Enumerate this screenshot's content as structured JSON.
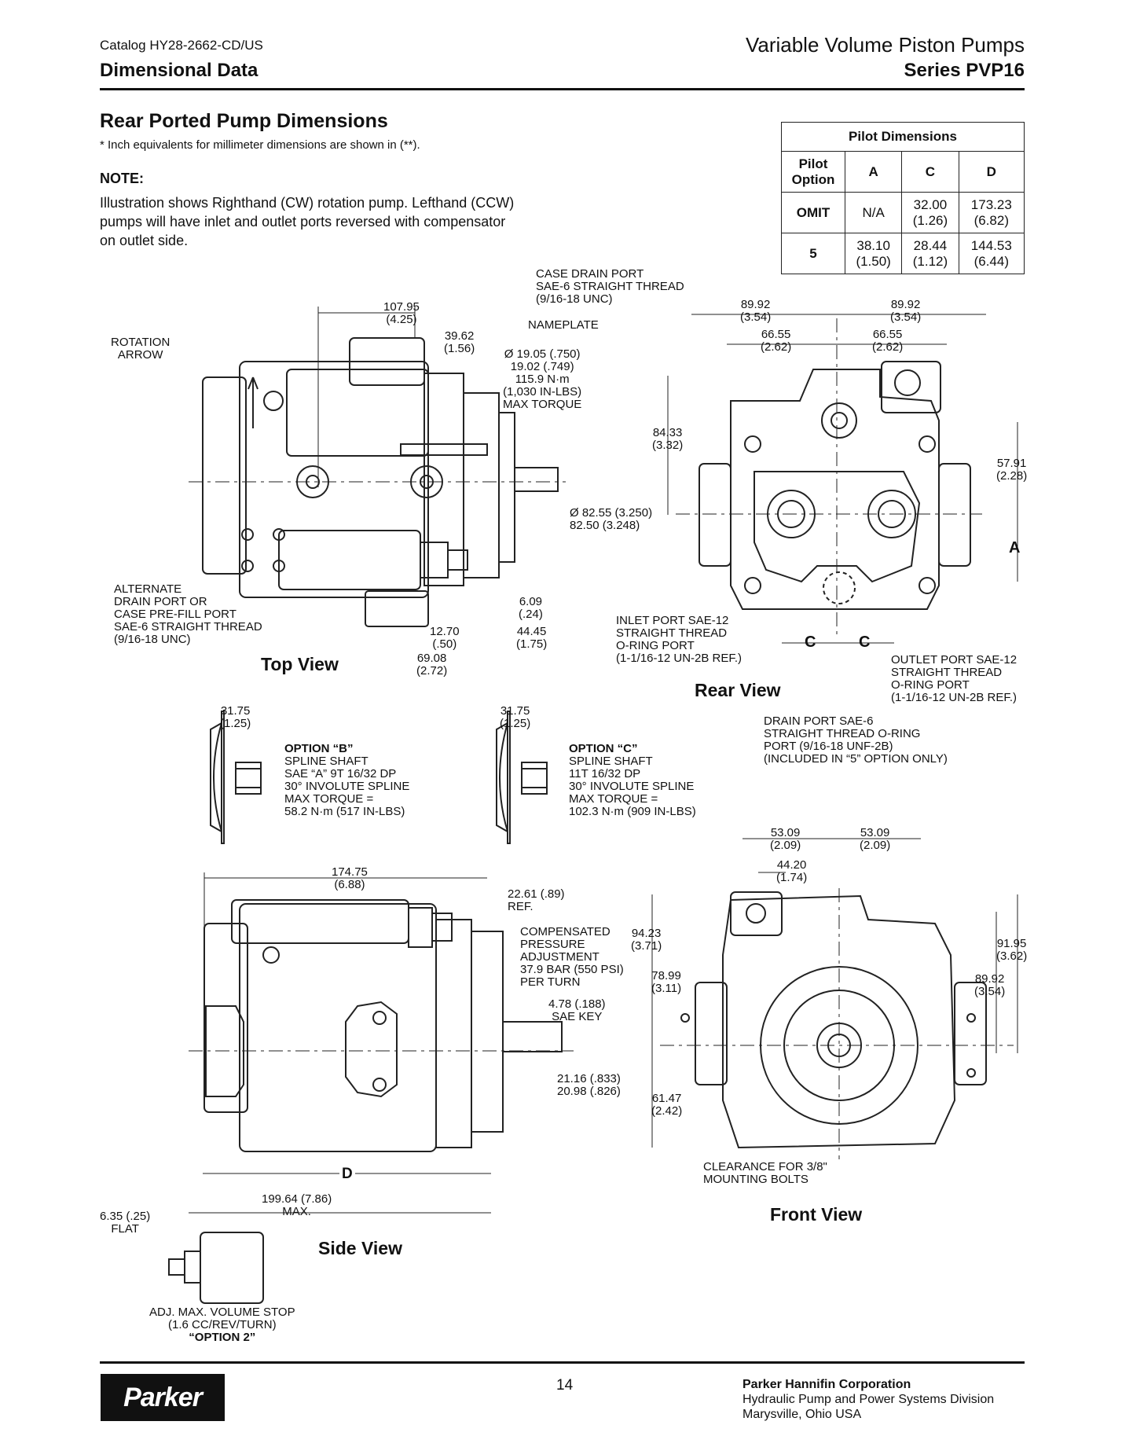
{
  "header": {
    "catalog": "Catalog HY28-2662-CD/US",
    "section": "Dimensional Data",
    "product": "Variable Volume Piston Pumps",
    "series": "Series PVP16"
  },
  "intro": {
    "title": "Rear Ported Pump Dimensions",
    "footnote": "* Inch equivalents for millimeter dimensions are shown in (**).",
    "note_heading": "NOTE:",
    "note_lines": [
      "Illustration shows Righthand (CW) rotation pump. Lefthand (CCW)",
      "pumps will have inlet and outlet ports reversed with compensator",
      "on outlet side."
    ]
  },
  "pilot_table": {
    "title": "Pilot Dimensions",
    "col_option": "Pilot Option",
    "col_a": "A",
    "col_c": "C",
    "col_d": "D",
    "rows": [
      {
        "option": "OMIT",
        "a": "N/A",
        "c1": "32.00",
        "c2": "(1.26)",
        "d1": "173.23",
        "d2": "(6.82)"
      },
      {
        "option": "5",
        "a1": "38.10",
        "a2": "(1.50)",
        "c1": "28.44",
        "c2": "(1.12)",
        "d1": "144.53",
        "d2": "(6.44)"
      }
    ]
  },
  "views": {
    "top": "Top View",
    "rear": "Rear View",
    "side": "Side View",
    "front": "Front View"
  },
  "top_labels": {
    "case_drain": [
      "CASE DRAIN PORT",
      "SAE-6 STRAIGHT THREAD",
      "(9/16-18 UNC)"
    ],
    "d107": [
      "107.95",
      "(4.25)"
    ],
    "d39": [
      "39.62",
      "(1.56)"
    ],
    "nameplate": "NAMEPLATE",
    "rotation": [
      "ROTATION",
      "ARROW"
    ],
    "shaft": [
      "Ø 19.05 (.750)",
      "19.02 (.749)",
      "115.9 N·m",
      "(1,030 IN-LBS)",
      "MAX TORQUE"
    ],
    "pilot": [
      "Ø 82.55 (3.250)",
      "82.50 (3.248)"
    ],
    "alternate": [
      "ALTERNATE",
      "DRAIN PORT OR",
      "CASE PRE-FILL PORT",
      "SAE-6 STRAIGHT THREAD",
      "(9/16-18 UNC)"
    ],
    "d6": [
      "6.09",
      "(.24)"
    ],
    "d12": [
      "12.70",
      "(.50)"
    ],
    "d44": [
      "44.45",
      "(1.75)"
    ],
    "d69": [
      "69.08",
      "(2.72)"
    ]
  },
  "rear_labels": {
    "d89a": [
      "89.92",
      "(3.54)"
    ],
    "d89b": [
      "89.92",
      "(3.54)"
    ],
    "d66a": [
      "66.55",
      "(2.62)"
    ],
    "d66b": [
      "66.55",
      "(2.62)"
    ],
    "d84": [
      "84.33",
      "(3.32)"
    ],
    "d57": [
      "57.91",
      "(2.28)"
    ],
    "a": "A",
    "c": "C",
    "inlet": [
      "INLET PORT SAE-12",
      "STRAIGHT THREAD",
      "O-RING PORT",
      "(1-1/16-12 UN-2B REF.)"
    ],
    "outlet": [
      "OUTLET PORT SAE-12",
      "STRAIGHT THREAD",
      "O-RING PORT",
      "(1-1/16-12 UN-2B REF.)"
    ],
    "drain": [
      "DRAIN PORT SAE-6",
      "STRAIGHT THREAD O-RING",
      "PORT (9/16-18 UNF-2B)",
      "(INCLUDED IN “5” OPTION ONLY)"
    ]
  },
  "options": {
    "b": {
      "dim": [
        "31.75",
        "(1.25)"
      ],
      "title": "OPTION “B”",
      "lines": [
        "SPLINE SHAFT",
        "SAE “A” 9T 16/32 DP",
        "30° INVOLUTE SPLINE",
        "MAX TORQUE =",
        "58.2 N·m (517 IN-LBS)"
      ]
    },
    "c": {
      "dim": [
        "31.75",
        "(1.25)"
      ],
      "title": "OPTION “C”",
      "lines": [
        "SPLINE SHAFT",
        "11T 16/32 DP",
        "30° INVOLUTE SPLINE",
        "MAX TORQUE =",
        "102.3 N·m (909 IN-LBS)"
      ]
    }
  },
  "side_labels": {
    "d174": [
      "174.75",
      "(6.88)"
    ],
    "d22": [
      "22.61 (.89)",
      "REF."
    ],
    "comp": [
      "COMPENSATED",
      "PRESSURE",
      "ADJUSTMENT",
      "37.9 BAR (550 PSI)",
      "PER TURN"
    ],
    "key": [
      "4.78 (.188)",
      "SAE KEY"
    ],
    "d21": [
      "21.16 (.833)",
      "20.98 (.826)"
    ],
    "d": "D",
    "d199": [
      "199.64 (7.86)",
      "MAX."
    ],
    "flat": [
      "6.35 (.25)",
      "FLAT"
    ],
    "stop": [
      "ADJ. MAX. VOLUME STOP",
      "(1.6 CC/REV/TURN)",
      "“OPTION 2”"
    ]
  },
  "front_labels": {
    "d53a": [
      "53.09",
      "(2.09)"
    ],
    "d53b": [
      "53.09",
      "(2.09)"
    ],
    "d44": [
      "44.20",
      "(1.74)"
    ],
    "d94": [
      "94.23",
      "(3.71)"
    ],
    "d78": [
      "78.99",
      "(3.11)"
    ],
    "d61": [
      "61.47",
      "(2.42)"
    ],
    "d91": [
      "91.95",
      "(3.62)"
    ],
    "d89": [
      "89.92",
      "(3.54)"
    ],
    "clearance": [
      "CLEARANCE FOR 3/8\"",
      "MOUNTING BOLTS"
    ]
  },
  "footer": {
    "logo": "Parker",
    "page": "14",
    "company": "Parker Hannifin Corporation",
    "division": "Hydraulic Pump and Power Systems Division",
    "location": "Marysville, Ohio USA"
  }
}
